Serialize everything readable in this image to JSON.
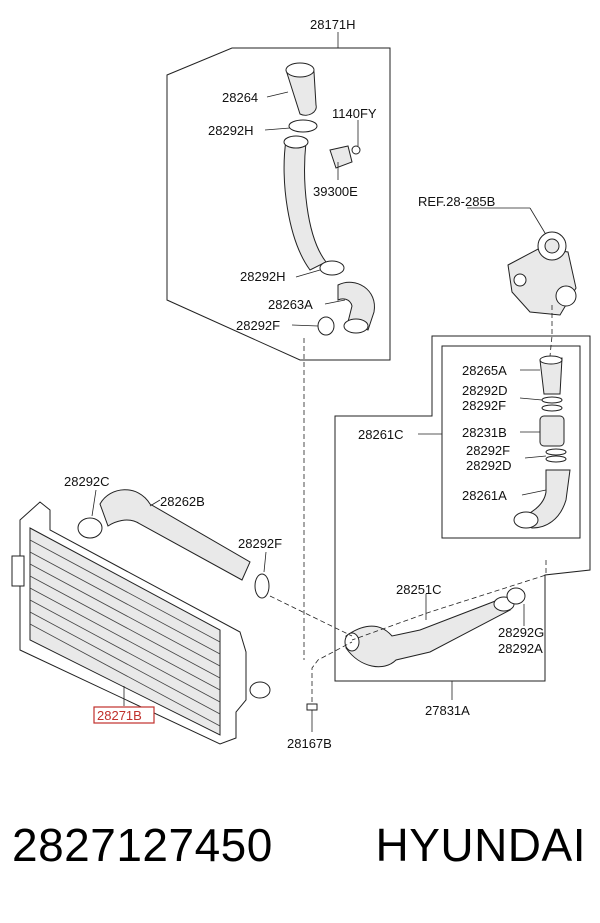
{
  "diagram": {
    "labels": {
      "l_28171H": "28171H",
      "l_28264": "28264",
      "l_1140FY": "1140FY",
      "l_28292H_top": "28292H",
      "l_39300E": "39300E",
      "l_28292H_bottom": "28292H",
      "l_28263A": "28263A",
      "l_28292F_top": "28292F",
      "l_REF": "REF.28-285B",
      "l_28265A": "28265A",
      "l_28292D_top": "28292D",
      "l_28292F_mid": "28292F",
      "l_28261C": "28261C",
      "l_28231B": "28231B",
      "l_28292F_low": "28292F",
      "l_28292D_low": "28292D",
      "l_28261A": "28261A",
      "l_28292C": "28292C",
      "l_28262B": "28262B",
      "l_28292F_left": "28292F",
      "l_28251C": "28251C",
      "l_28292G": "28292G",
      "l_28292A": "28292A",
      "l_28271B": "28271B",
      "l_27831A": "27831A",
      "l_28167B": "28167B"
    },
    "highlight_color": "#c0302b"
  },
  "footer": {
    "part_number": "2827127450",
    "brand": "HYUNDAI"
  }
}
